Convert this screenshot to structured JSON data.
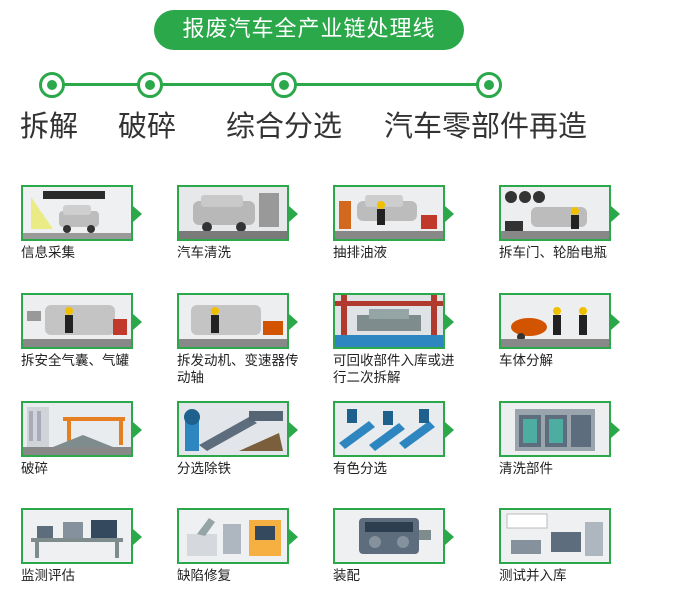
{
  "title": "报废汽车全产业链处理线",
  "stages": [
    {
      "label": "拆解"
    },
    {
      "label": "破碎"
    },
    {
      "label": "综合分选"
    },
    {
      "label": "汽车零部件再造"
    }
  ],
  "steps": [
    {
      "label": "信息采集"
    },
    {
      "label": "汽车清洗"
    },
    {
      "label": "抽排油液"
    },
    {
      "label": "拆车门、轮胎电瓶"
    },
    {
      "label": "拆安全气囊、气罐"
    },
    {
      "label": "拆发动机、变速器传动轴"
    },
    {
      "label": "可回收部件入库或进行二次拆解"
    },
    {
      "label": "车体分解"
    },
    {
      "label": "破碎"
    },
    {
      "label": "分选除铁"
    },
    {
      "label": "有色分选"
    },
    {
      "label": "清洗部件"
    },
    {
      "label": "监测评估"
    },
    {
      "label": "缺陷修复"
    },
    {
      "label": "装配"
    },
    {
      "label": "测试并入库"
    }
  ],
  "colors": {
    "accent": "#2aa84a"
  }
}
